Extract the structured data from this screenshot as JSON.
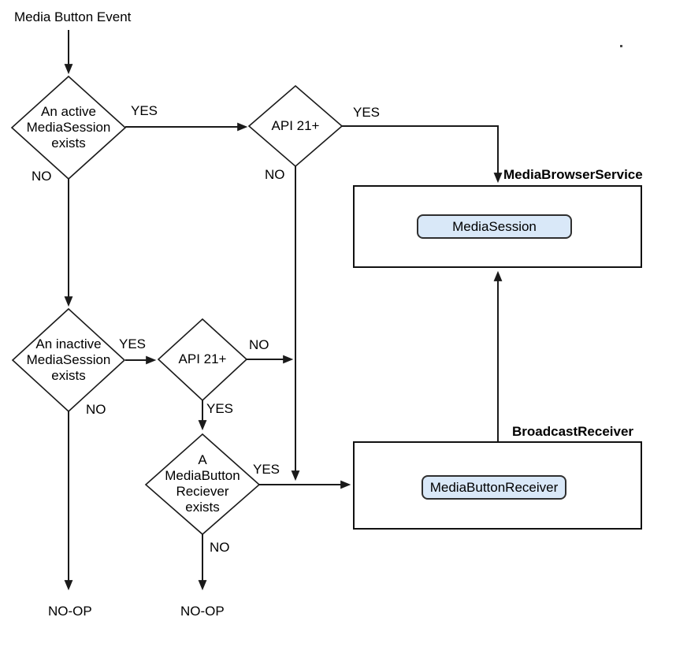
{
  "diagram_title": "Media Button Event",
  "nodes": {
    "active_session": "An active\nMediaSession\nexists",
    "api21_top": "API 21+",
    "inactive_session": "An inactive\nMediaSession\nexists",
    "api21_mid": "API 21+",
    "media_button_receiver_exists": "A\nMediaButton\nReciever\nexists",
    "media_browser_service_title": "MediaBrowserService",
    "media_session": "MediaSession",
    "broadcast_receiver_title": "BroadcastReceiver",
    "media_button_receiver": "MediaButtonReceiver",
    "noop_left": "NO-OP",
    "noop_right": "NO-OP"
  },
  "edge_labels": {
    "active_yes": "YES",
    "active_no": "NO",
    "api21_top_yes": "YES",
    "api21_top_no": "NO",
    "inactive_yes": "YES",
    "inactive_no": "NO",
    "api21_mid_no": "NO",
    "api21_mid_yes": "YES",
    "mbr_yes": "YES",
    "mbr_no": "NO"
  },
  "colors": {
    "line": "#1a1a1a",
    "node_fill": "#ffffff",
    "rounded_node_fill": "#d9e8f8",
    "rounded_node_border": "#2f2f2f",
    "text": "#000000"
  }
}
